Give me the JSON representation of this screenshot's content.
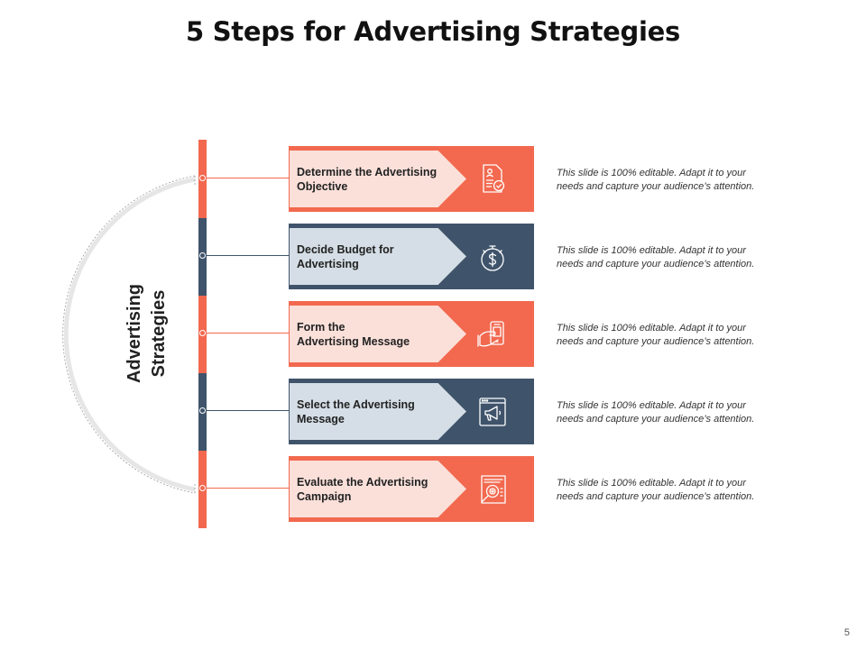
{
  "slide": {
    "title": "5 Steps for Advertising Strategies",
    "side_label_line1": "Advertising",
    "side_label_line2": "Strategies",
    "page_number": "5"
  },
  "colors": {
    "coral": "#F2694F",
    "navy": "#3F546B",
    "coral_light": "#FBE0DA",
    "navy_light": "#D5DEE6"
  },
  "steps": [
    {
      "label_line1": "Determine the Advertising",
      "label_line2": "Objective",
      "icon": "document-badge-icon",
      "theme": "coral",
      "description_line1": "This slide is 100% editable. Adapt it to your",
      "description_line2": "needs and capture your audience’s attention."
    },
    {
      "label_line1": "Decide Budget for",
      "label_line2": "Advertising",
      "icon": "money-stopwatch-icon",
      "theme": "navy",
      "description_line1": "This slide is 100% editable. Adapt it to your",
      "description_line2": "needs and capture your audience’s attention."
    },
    {
      "label_line1": "Form the",
      "label_line2": "Advertising  Message",
      "icon": "hand-phone-icon",
      "theme": "coral",
      "description_line1": "This slide is 100% editable. Adapt it to your",
      "description_line2": "needs and capture your audience’s attention."
    },
    {
      "label_line1": "Select the Advertising",
      "label_line2": "Message",
      "icon": "megaphone-browser-icon",
      "theme": "navy",
      "description_line1": "This slide is 100% editable. Adapt it to your",
      "description_line2": "needs and capture your audience’s attention."
    },
    {
      "label_line1": "Evaluate the Advertising",
      "label_line2": "Campaign",
      "icon": "magnifier-report-icon",
      "theme": "coral",
      "description_line1": "This slide is 100% editable. Adapt it to your",
      "description_line2": "needs and capture your audience’s attention."
    }
  ]
}
